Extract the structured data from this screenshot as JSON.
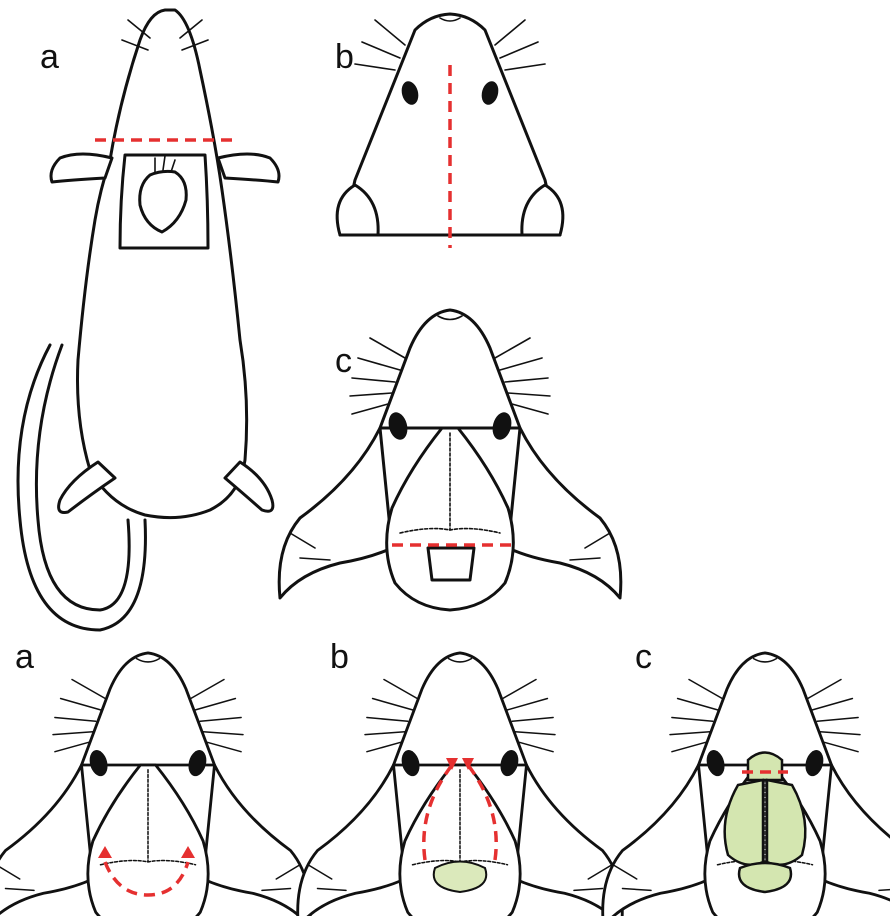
{
  "panel_labels": {
    "top_left": "a",
    "top_middle": "b",
    "middle": "c",
    "bottom_left": "a",
    "bottom_middle": "b",
    "bottom_right": "c"
  },
  "colors": {
    "incision_line": "#e53030",
    "brain_tissue": "#d4e6b0",
    "outline": "#111111"
  },
  "icons": {
    "mouse_body": "whole-mouse-outline",
    "heart": "heart-icon",
    "eye": "eye-icon"
  }
}
